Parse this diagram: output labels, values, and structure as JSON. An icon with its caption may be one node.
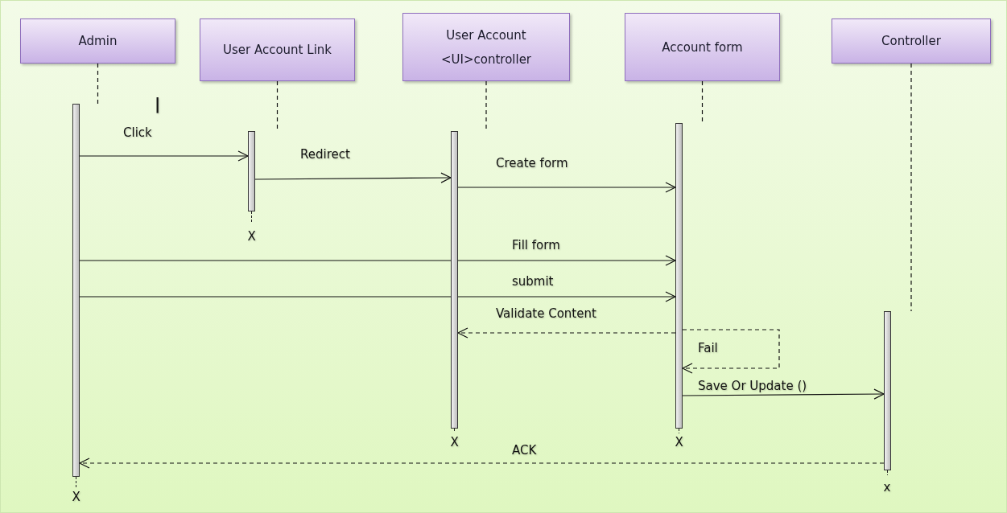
{
  "diagram": {
    "nodes": [
      {
        "text": [
          "Admin"
        ]
      },
      {
        "text": [
          "User Account Link"
        ]
      },
      {
        "text": [
          "User Account <UI>controller"
        ]
      },
      {
        "text": [
          "Account form"
        ]
      },
      {
        "text": [
          "Controller"
        ]
      },
      {
        "text": [],
        "shape": "bar",
        "beside": [
          "X"
        ]
      },
      {
        "text": [],
        "shape": "bar",
        "beside": [
          "X"
        ]
      },
      {
        "text": [],
        "shape": "bar",
        "beside": [
          "X"
        ]
      },
      {
        "text": [],
        "shape": "bar",
        "beside": [
          "X"
        ]
      },
      {
        "text": [],
        "shape": "bar",
        "beside": [
          "x"
        ]
      }
    ],
    "edges": [
      {
        "from": 0,
        "to": 5,
        "arrow": "none",
        "style": "dashed"
      },
      {
        "from": 1,
        "to": 6,
        "arrow": "none",
        "style": "dashed"
      },
      {
        "from": 2,
        "to": 7,
        "arrow": "none",
        "style": "dashed"
      },
      {
        "from": 3,
        "to": 8,
        "arrow": "none",
        "style": "dashed"
      },
      {
        "from": 4,
        "to": 9,
        "arrow": "none",
        "style": "dashed"
      },
      {
        "from": 5,
        "to": 6,
        "arrow": "to",
        "label": "Click"
      },
      {
        "from": 6,
        "to": 7,
        "arrow": "to",
        "label": "Redirect"
      },
      {
        "from": 7,
        "to": 8,
        "arrow": "to",
        "label": "Create form"
      },
      {
        "from": 5,
        "to": 8,
        "arrow": "to",
        "label": "Fill form"
      },
      {
        "from": 5,
        "to": 8,
        "arrow": "to",
        "label": "submit"
      },
      {
        "from": 8,
        "to": 7,
        "arrow": "to",
        "label": "Validate Content",
        "style": "dashed"
      },
      {
        "from": 8,
        "to": 8,
        "arrow": "to",
        "label": "Fail",
        "style": "dashed"
      },
      {
        "from": 8,
        "to": 9,
        "arrow": "to",
        "label": "Save Or Update ()"
      },
      {
        "from": 9,
        "to": 5,
        "arrow": "to",
        "label": "ACK",
        "style": "dashed"
      }
    ],
    "labels": [
      "|"
    ]
  }
}
